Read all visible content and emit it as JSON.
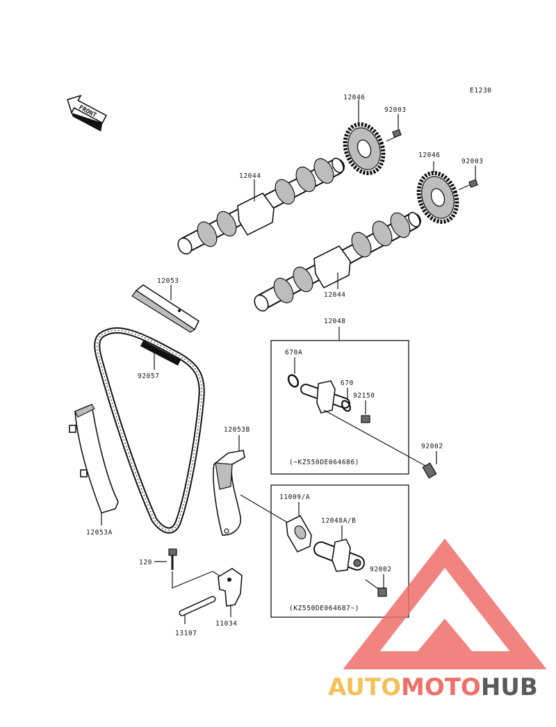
{
  "diagram_code": "E1230",
  "front_label": "FRONT",
  "parts": {
    "sprocket_upper": "12046",
    "bolt_upper": "92003",
    "sprocket_lower": "12046",
    "bolt_lower": "92003",
    "camshaft_upper": "12044",
    "camshaft_lower": "12044",
    "guide_top": "12053",
    "chain": "92057",
    "guide_left": "12053A",
    "guide_right": "12053B",
    "bolt_120": "120",
    "pin": "13107",
    "holder": "11034"
  },
  "tensioner_a": {
    "group_label": "12048",
    "oring_a": "670A",
    "oring": "670",
    "bolt_small": "92150",
    "bolt_long": "92002",
    "range": "(~KZ550DE064686)"
  },
  "tensioner_b": {
    "gasket": "11009/A",
    "assembly": "12048A/B",
    "bolt": "92002",
    "range": "(KZ550DE064687~)"
  },
  "watermark": {
    "part1": "AUTO",
    "part2": "MOTO",
    "part3": "HUB",
    "colors": [
      "#f3c15a",
      "#ef6f6a",
      "#5a5a5a"
    ]
  }
}
